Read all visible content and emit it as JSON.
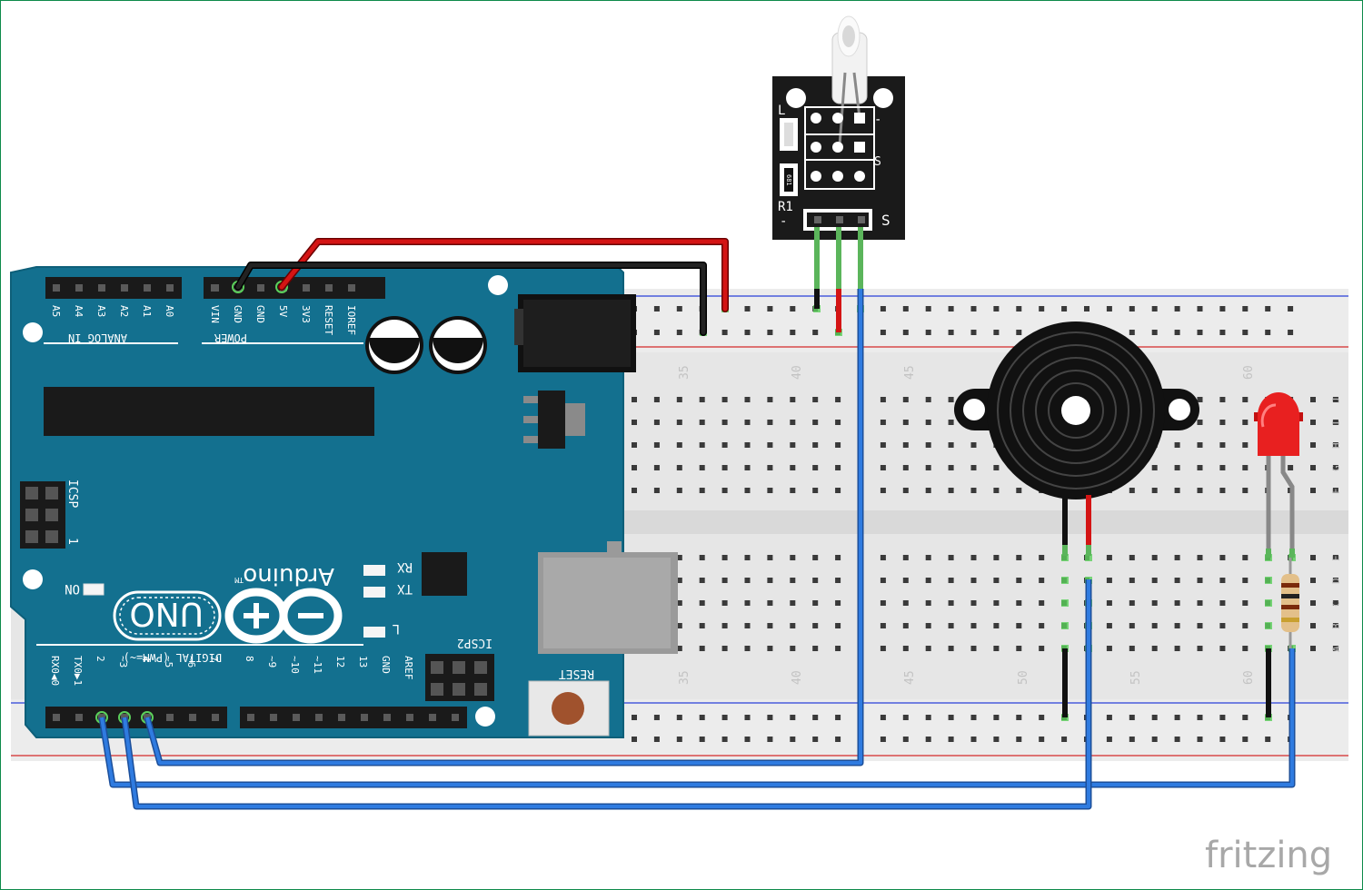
{
  "brand": "fritzing",
  "arduino": {
    "logo_text": "Arduino",
    "tm": "TM",
    "model": "UNO",
    "reset_label": "RESET",
    "icsp_label": "ICSP",
    "icsp2_label": "ICSP2",
    "on_label": "ON",
    "rx_label": "RX",
    "tx_label": "TX",
    "l_label": "L",
    "analog_in_label": "ANALOG IN",
    "power_label": "POWER",
    "digital_label": "DIGITAL (PWM=~)",
    "icsp_pin1": "1",
    "analog_pins": [
      "A5",
      "A4",
      "A3",
      "A2",
      "A1",
      "A0"
    ],
    "power_pins": [
      "VIN",
      "GND",
      "GND",
      "5V",
      "3V3",
      "RESET",
      "IOREF"
    ],
    "digital_pins_low": [
      "RX0◀0",
      "TX0▶1",
      "2",
      "~3",
      "4",
      "~5",
      "~6",
      "7"
    ],
    "digital_pins_high": [
      "8",
      "~9",
      "~10",
      "~11",
      "12",
      "13",
      "GND",
      "AREF"
    ]
  },
  "sensor": {
    "label_l": "L",
    "label_r1": "R1",
    "label_s": "S",
    "label_s2": "S",
    "label_minus": "-",
    "label_minus2": "-",
    "resistor_code": "681"
  },
  "breadboard": {
    "column_numbers_top": [
      "35",
      "40",
      "45",
      "60"
    ],
    "column_numbers_bottom": [
      "35",
      "40",
      "45",
      "50",
      "55",
      "60"
    ],
    "row_letters_top": [
      "J",
      "I",
      "H",
      "G",
      "F"
    ],
    "row_letters_bottom": [
      "E",
      "D",
      "C",
      "B",
      "A"
    ]
  },
  "colors": {
    "arduino_blue": "#13708f",
    "wire_blue": "#2f6fc6",
    "wire_red": "#d41414",
    "wire_black": "#111111",
    "wire_green": "#5bb55b",
    "breadboard": "#e8e8e8",
    "led_red": "#e82020"
  }
}
